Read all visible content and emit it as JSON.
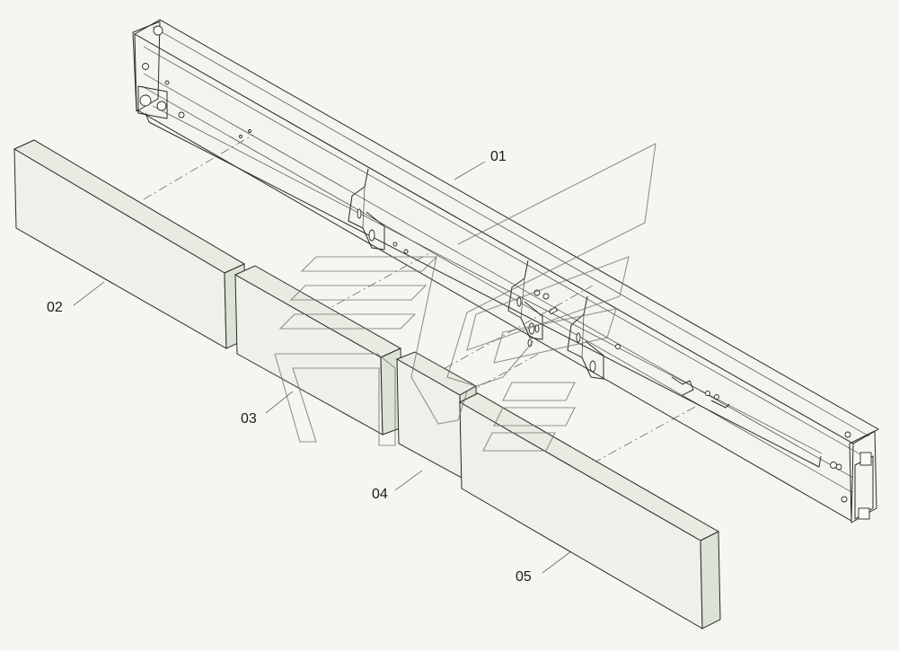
{
  "diagram": {
    "callouts": [
      {
        "id": "01",
        "label": "01"
      },
      {
        "id": "02",
        "label": "02"
      },
      {
        "id": "03",
        "label": "03"
      },
      {
        "id": "04",
        "label": "04"
      },
      {
        "id": "05",
        "label": "05"
      }
    ]
  },
  "colors": {
    "background": "#f4f7ef",
    "line": "#2a2a2a",
    "watermark": "#6d7268"
  }
}
